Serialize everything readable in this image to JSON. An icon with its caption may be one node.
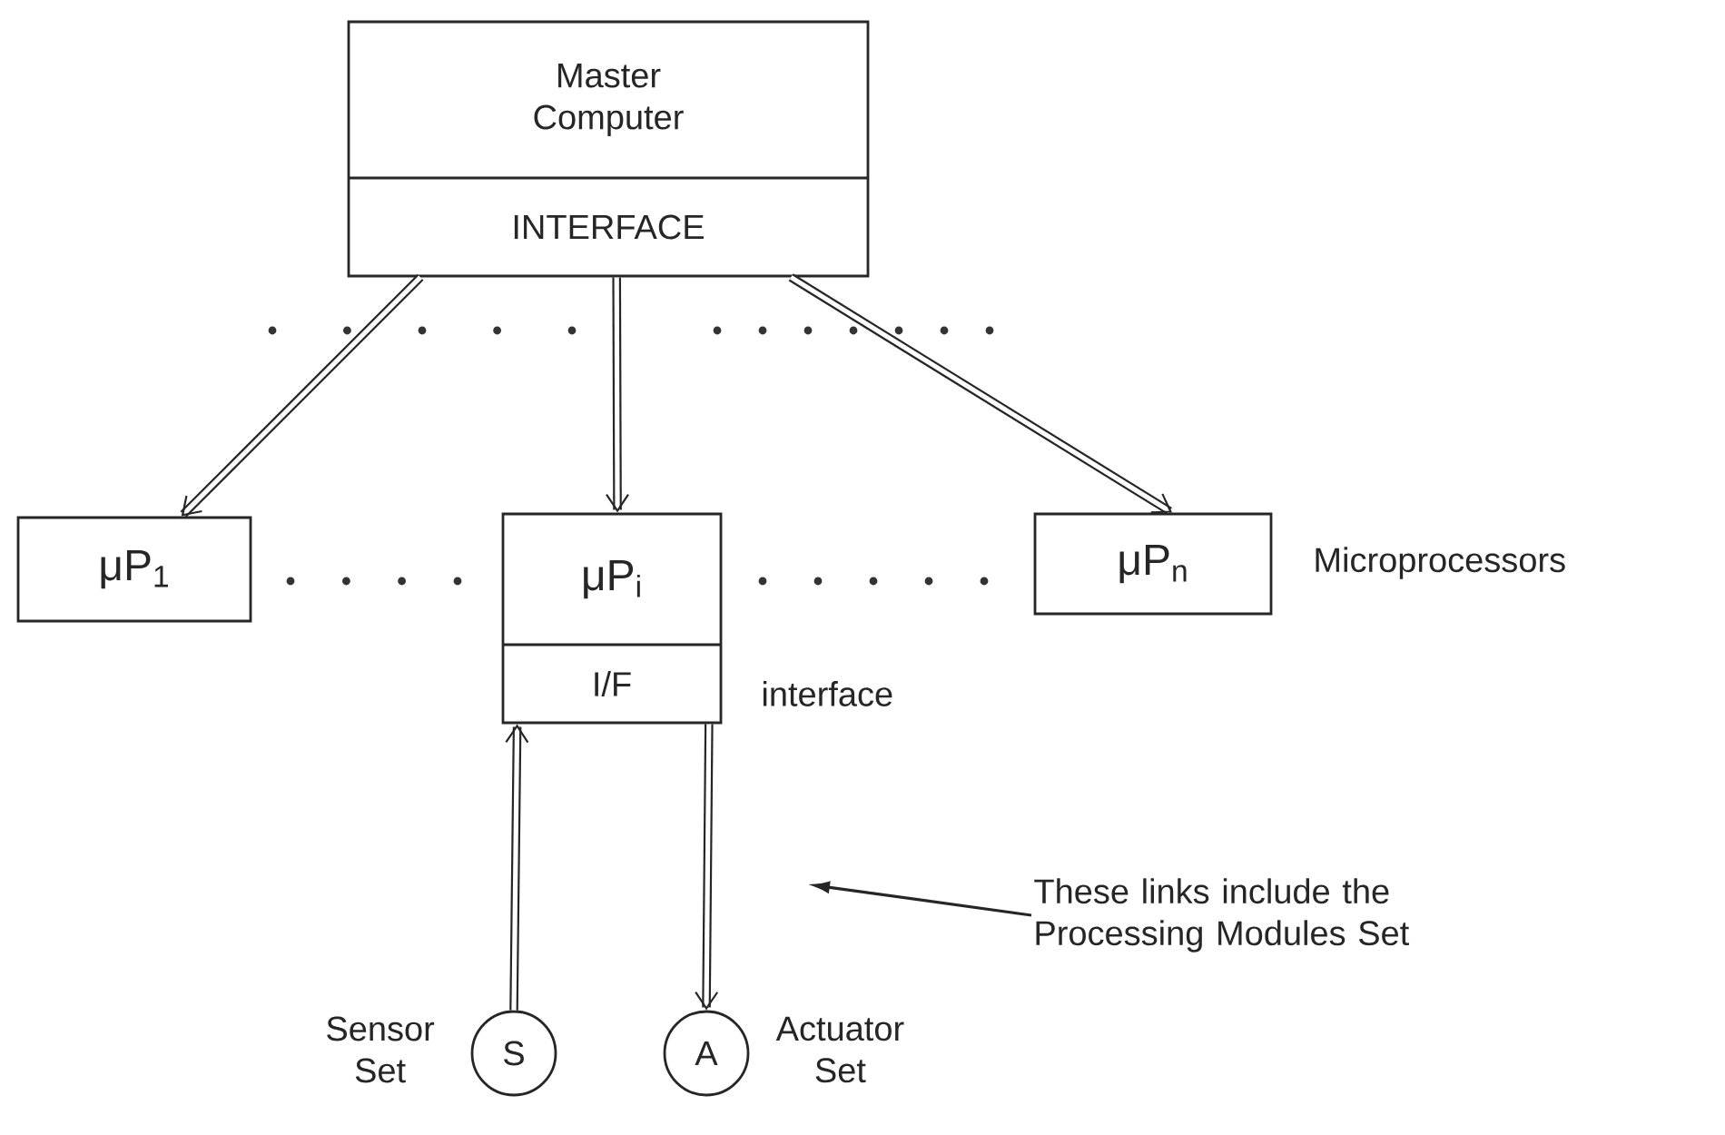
{
  "diagram": {
    "nodes": [
      {
        "text": [
          "Master Computer",
          "INTERFACE"
        ]
      },
      {
        "text": [
          "μP$_{1}$"
        ]
      },
      {
        "text": [
          "μP$_{i}$",
          "I/F"
        ],
        "beside": [
          "interface"
        ]
      },
      {
        "text": [
          "μP$_{n}$"
        ],
        "beside": [
          "Microprocessors"
        ]
      },
      {
        "text": [
          "S"
        ],
        "beside": [
          "Sensor Set"
        ]
      },
      {
        "text": [
          "A"
        ],
        "beside": [
          "Actuator Set"
        ]
      },
      {
        "text": [
          "These links include the Processing Modules Set"
        ]
      }
    ],
    "edges": [
      {
        "from": 0,
        "to": 1,
        "arrow": "to"
      },
      {
        "from": 0,
        "to": 2,
        "arrow": "to"
      },
      {
        "from": 0,
        "to": 3,
        "arrow": "to"
      },
      {
        "from": 4,
        "to": 2,
        "arrow": "to"
      },
      {
        "from": 2,
        "to": 5,
        "arrow": "to"
      },
      {
        "from": 6,
        "to": null,
        "arrow": "to"
      }
    ]
  }
}
